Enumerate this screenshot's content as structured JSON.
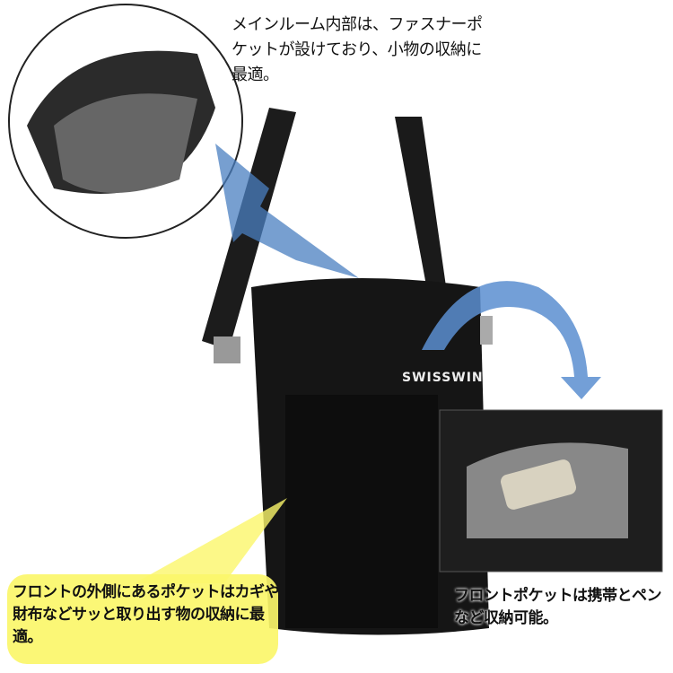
{
  "brand_logo": "SWISSWIN",
  "callouts": {
    "main_room": "メインルーム内部は、ファスナーポケットが設けており、小物の収納に最適。",
    "outer_front_pocket": "フロントの外側にあるポケットはカギや財布などサッと取り出す物の収納に最適。",
    "front_pocket": "フロントポケットは携帯とペンなど収納可能。"
  },
  "colors": {
    "callout_blue": "#4a7fc0",
    "callout_yellow": "#fbf66a",
    "bag": "#151515"
  }
}
